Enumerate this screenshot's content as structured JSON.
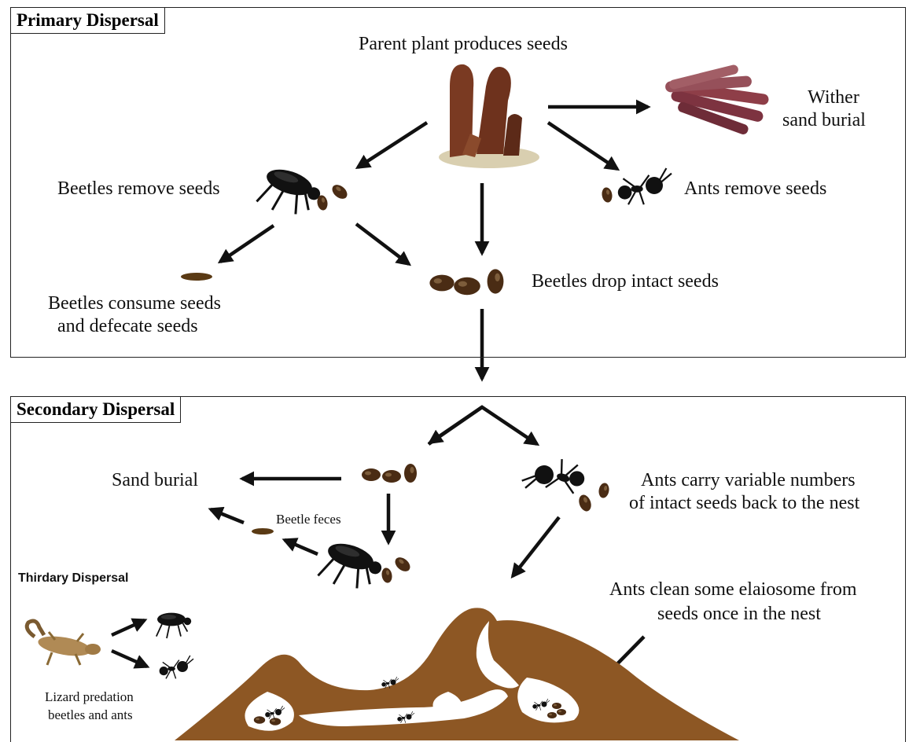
{
  "primary": {
    "title": "Primary Dispersal",
    "parent": "Parent plant produces seeds",
    "wither_line1": "Wither",
    "wither_line2": "sand burial",
    "beetles_remove": "Beetles remove seeds",
    "ants_remove": "Ants remove seeds",
    "beetles_consume_line1": "Beetles consume seeds",
    "beetles_consume_line2": "and defecate seeds",
    "beetles_drop": "Beetles drop intact seeds"
  },
  "secondary": {
    "title": "Secondary Dispersal",
    "sand_burial": "Sand burial",
    "beetle_feces": "Beetle feces",
    "ants_carry_line1": "Ants carry variable numbers",
    "ants_carry_line2": "of intact seeds back to the nest",
    "ants_clean_line1": "Ants clean some elaiosome from",
    "ants_clean_line2": "seeds once in the nest"
  },
  "thirdary": {
    "title": "Thirdary Dispersal",
    "lizard_line1": "Lizard predation",
    "lizard_line2": "beetles and ants"
  },
  "colors": {
    "soil": "#8d5724",
    "seed": "#4a2c14",
    "beetle": "#111111",
    "lizard": "#b08a55",
    "arrow": "#111111"
  }
}
